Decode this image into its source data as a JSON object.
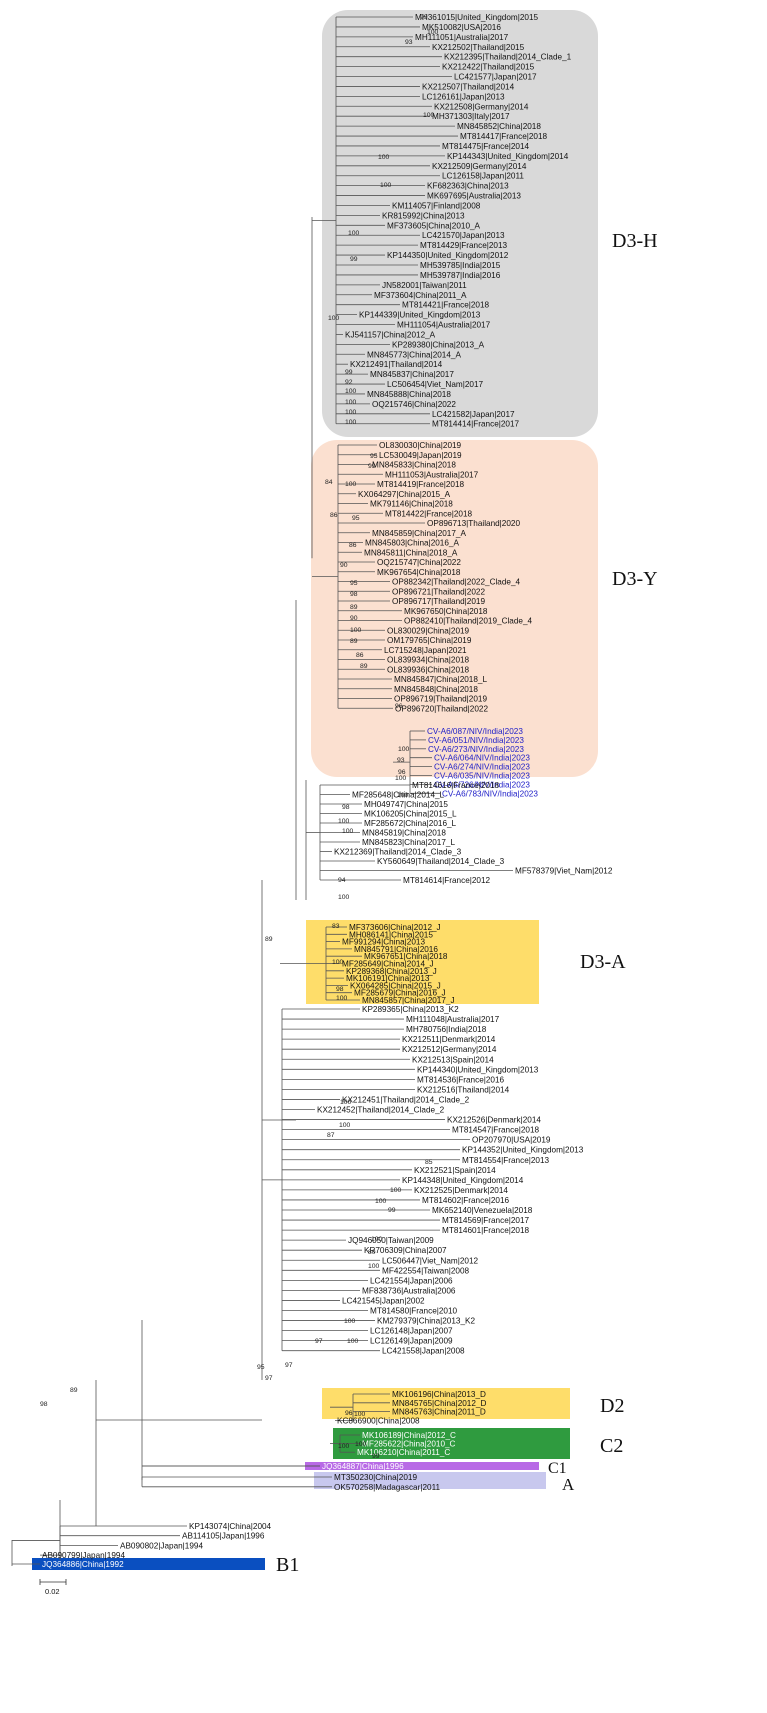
{
  "clades": {
    "d3h": "D3-H",
    "d3y": "D3-Y",
    "d3a": "D3-A",
    "d2": "D2",
    "c2": "C2",
    "c1": "C1",
    "a": "A",
    "b1": "B1"
  },
  "colors": {
    "d3h_box": "#d9d9d9",
    "d3y_box": "#fbe0d0",
    "yellow_box": "#fedd6a",
    "c2_box": "#2f9b3f",
    "c1_box": "#b86ae6",
    "a_box": "#c8c8ee",
    "b1_box": "#0a4fc0",
    "india_label": "#2020c8",
    "branch": "#555555"
  },
  "scale_bar": "0.02",
  "tips_d3h": [
    "MH361015|United_Kingdom|2015",
    "MK510082|USA|2016",
    "MH111051|Australia|2017",
    "KX212502|Thailand|2015",
    "KX212395|Thailand|2014_Clade_1",
    "KX212422|Thailand|2015",
    "LC421577|Japan|2017",
    "KX212507|Thailand|2014",
    "LC126161|Japan|2013",
    "KX212508|Germany|2014",
    "MH371303|Italy|2017",
    "MN845852|China|2018",
    "MT814417|France|2018",
    "MT814475|France|2014",
    "KP144343|United_Kingdom|2014",
    "KX212509|Germany|2014",
    "LC126158|Japan|2011",
    "KF682363|China|2013",
    "MK697695|Australia|2013",
    "KM114057|Finland|2008",
    "KR815992|China|2013",
    "MF373605|China|2010_A",
    "LC421570|Japan|2013",
    "MT814429|France|2013",
    "KP144350|United_Kingdom|2012",
    "MH539785|India|2015",
    "MH539787|India|2016",
    "JN582001|Taiwan|2011",
    "MF373604|China|2011_A",
    "MT814421|France|2018",
    "KP144339|United_Kingdom|2013",
    "MH111054|Australia|2017",
    "KJ541157|China|2012_A",
    "KP289380|China|2013_A",
    "MN845773|China|2014_A",
    "KX212491|Thailand|2014",
    "MN845837|China|2017",
    "LC506454|Viet_Nam|2017",
    "MN845888|China|2018",
    "OQ215746|China|2022",
    "LC421582|Japan|2017",
    "MT814414|France|2017"
  ],
  "tips_d3y": [
    "OL830030|China|2019",
    "LC530049|Japan|2019",
    "MN845833|China|2018",
    "MH111053|Australia|2017",
    "MT814419|France|2018",
    "KX064297|China|2015_A",
    "MK791146|China|2018",
    "MT814422|France|2018",
    "OP896713|Thailand|2020",
    "MN845859|China|2017_A",
    "MN845803|China|2016_A",
    "MN845811|China|2018_A",
    "OQ215747|China|2022",
    "MK967654|China|2018",
    "OP882342|Thailand|2022_Clade_4",
    "OP896721|Thailand|2022",
    "OP896717|Thailand|2019",
    "MK967650|China|2018",
    "OP882410|Thailand|2019_Clade_4",
    "OL830029|China|2019",
    "OM179765|China|2019",
    "LC715248|Japan|2021",
    "OL839934|China|2018",
    "OL839936|China|2018",
    "MN845847|China|2018_L",
    "MN845848|China|2018",
    "OP896719|Thailand|2019",
    "OP896720|Thailand|2022"
  ],
  "tips_india": [
    "CV-A6/087/NIV/India|2023",
    "CV-A6/051/NIV/India|2023",
    "CV-A6/273/NIV/India|2023",
    "CV-A6/064/NIV/India|2023",
    "CV-A6/274/NIV/India|2023",
    "CV-A6/035/NIV/India|2023",
    "CV-A6/726/NIV/India|2023",
    "CV-A6/783/NIV/India|2023"
  ],
  "tips_mid1": [
    "MT814616|France|2018",
    "MF285648|China|2014_L",
    "MH049747|China|2015",
    "MK106205|China|2015_L",
    "MF285672|China|2016_L",
    "MN845819|China|2018",
    "MN845823|China|2017_L",
    "KX212369|Thailand|2014_Clade_3",
    "KY560649|Thailand|2014_Clade_3",
    "MF578379|Viet_Nam|2012",
    "MT814614|France|2012"
  ],
  "tips_d3a": [
    "MF373606|China|2012_J",
    "MH086141|China|2015",
    "MF991294|China|2013",
    "MN845791|China|2016",
    "MK967651|China|2018",
    "MF285649|China|2014_J",
    "KP289368|China|2013_J",
    "MK106191|China|2013",
    "KX064285|China|2015_J",
    "MF285679|China|2016_J",
    "MN845857|China|2017_J"
  ],
  "tips_mid2": [
    "KP289365|China|2013_K2",
    "MH111048|Australia|2017",
    "MH780756|India|2018",
    "KX212511|Denmark|2014",
    "KX212512|Germany|2014",
    "KX212513|Spain|2014",
    "KP144340|United_Kingdom|2013",
    "MT814536|France|2016",
    "KX212516|Thailand|2014",
    "KX212451|Thailand|2014_Clade_2",
    "KX212452|Thailand|2014_Clade_2",
    "KX212526|Denmark|2014",
    "MT814547|France|2018",
    "OP207970|USA|2019",
    "KP144352|United_Kingdom|2013",
    "MT814554|France|2013",
    "KX212521|Spain|2014",
    "KP144348|United_Kingdom|2014",
    "KX212525|Denmark|2014",
    "MT814602|France|2016",
    "MK652140|Venezuela|2018",
    "MT814569|France|2017",
    "MT814601|France|2018",
    "JQ946050|Taiwan|2009",
    "KR706309|China|2007",
    "LC506447|Viet_Nam|2012",
    "MF422554|Taiwan|2008",
    "LC421554|Japan|2006",
    "MF838736|Australia|2006",
    "LC421545|Japan|2002",
    "MT814580|France|2010",
    "KM279379|China|2013_K2",
    "LC126148|Japan|2007",
    "LC126149|Japan|2009",
    "LC421558|Japan|2008"
  ],
  "tips_d2": [
    "MK106196|China|2013_D",
    "MN845765|China|2012_D",
    "MN845763|China|2011_D",
    "KC866900|China|2008"
  ],
  "tips_c2": [
    "MK106189|China|2012_C",
    "MF285622|China|2010_C",
    "MK106210|China|2011_C"
  ],
  "tips_c1": [
    "JQ364887|China|1996"
  ],
  "tips_a": [
    "MT350230|China|2019",
    "OK570258|Madagascar|2011"
  ],
  "tips_basal": [
    "KP143074|China|2004",
    "AB114105|Japan|1996",
    "AB090802|Japan|1994",
    "AB090799|Japan|1994"
  ],
  "tips_b1": [
    "JQ364886|China|1992"
  ],
  "bootstrap": {
    "d3h": [
      "99",
      "100",
      "93",
      "100",
      "100",
      "100",
      "100",
      "99",
      "100",
      "99",
      "92",
      "100",
      "100",
      "100",
      "100"
    ],
    "d3y": [
      "95",
      "99",
      "84",
      "100",
      "86",
      "95",
      "86",
      "90",
      "95",
      "98",
      "89",
      "90",
      "100",
      "89",
      "86",
      "89",
      "96",
      "93",
      "100",
      "100",
      "96",
      "100"
    ],
    "mid1": [
      "98",
      "100",
      "100",
      "94",
      "100"
    ],
    "d3a": [
      "83",
      "100",
      "98",
      "100"
    ],
    "mid2": [
      "89",
      "100",
      "87",
      "100",
      "85",
      "100",
      "99",
      "100",
      "100",
      "80",
      "100",
      "97",
      "100",
      "100",
      "97",
      "95",
      "100",
      "100",
      "96",
      "100",
      "99",
      "97",
      "89",
      "98"
    ]
  }
}
